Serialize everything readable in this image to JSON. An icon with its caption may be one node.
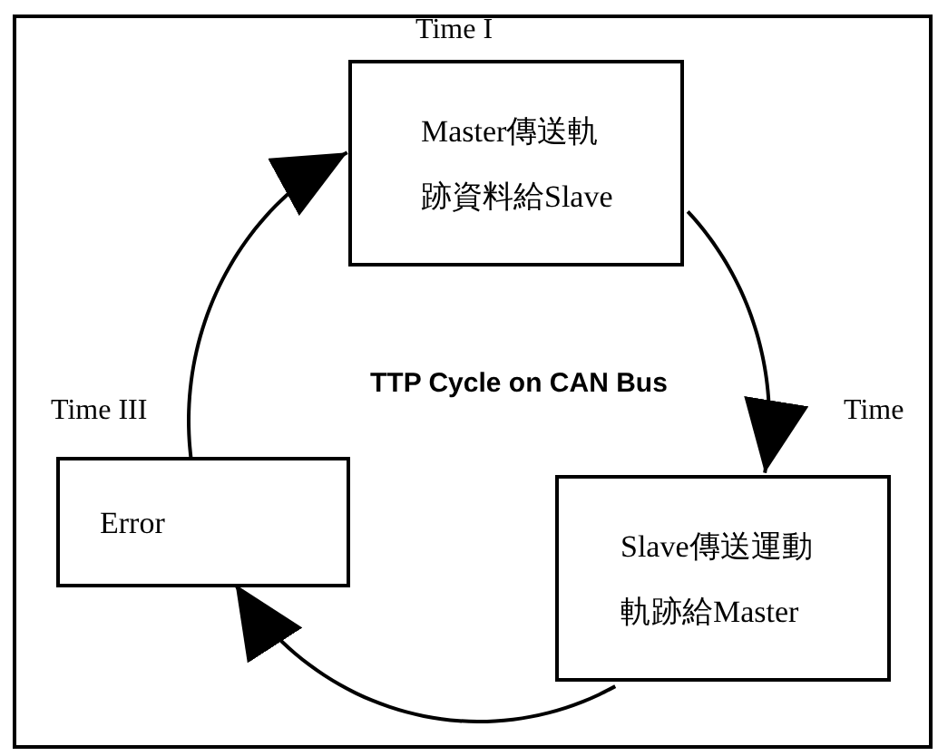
{
  "diagram": {
    "title": "TTP Cycle on CAN Bus",
    "nodes": [
      {
        "text": [
          "Master傳送軌跡資料給Slave"
        ],
        "beside": [
          "Time I"
        ]
      },
      {
        "text": [
          "Slave傳送運動軌跡給Master"
        ],
        "beside": [
          "Time"
        ]
      },
      {
        "text": [
          "Error"
        ],
        "beside": [
          "Time III"
        ]
      }
    ],
    "edges": [
      {
        "from": 0,
        "to": 1,
        "arrow": "to"
      },
      {
        "from": 1,
        "to": 2,
        "arrow": "to"
      },
      {
        "from": 2,
        "to": 0,
        "arrow": "to"
      }
    ]
  }
}
